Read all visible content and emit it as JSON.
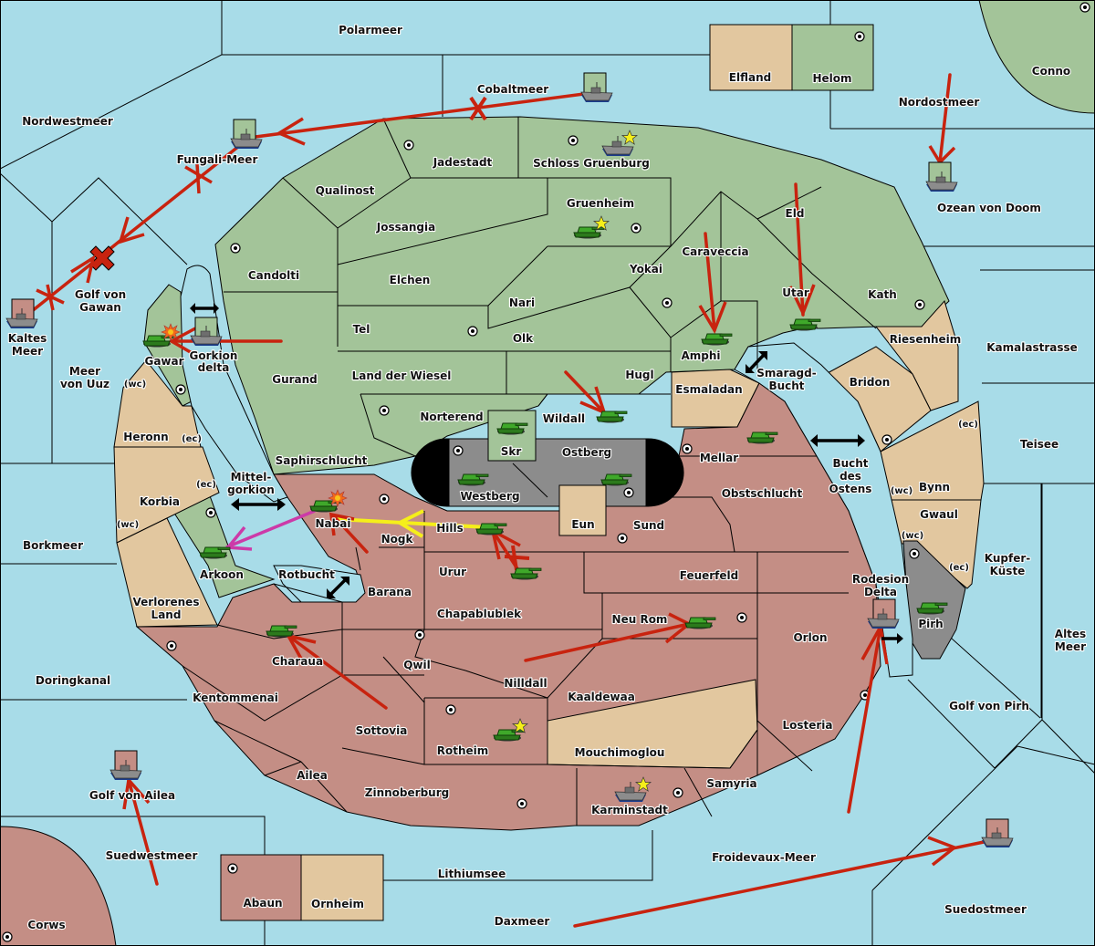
{
  "map": {
    "colors": {
      "sea": "#a8dce8",
      "power_green": "#a3c499",
      "power_red": "#c48e85",
      "neutral_tan": "#e2c79f",
      "impassable_grey": "#8c8c8c",
      "order_move": "#c8230f",
      "order_support_yellow": "#f5ef1a",
      "order_convoy_magenta": "#cc3aa8",
      "supply_center_star": "#f5ef1a"
    },
    "sea_regions": [
      {
        "name": "Polarmeer"
      },
      {
        "name": "Cobaltmeer"
      },
      {
        "name": "Nordwestmeer"
      },
      {
        "name": "Fungali-Meer"
      },
      {
        "name": "Golf von Gawan"
      },
      {
        "name": "Kaltes Meer"
      },
      {
        "name": "Meer von Uuz"
      },
      {
        "name": "Gorkion delta"
      },
      {
        "name": "Mittel-gorkion"
      },
      {
        "name": "Borkmeer"
      },
      {
        "name": "Rotbucht"
      },
      {
        "name": "Doringkanal"
      },
      {
        "name": "Golf von Ailea"
      },
      {
        "name": "Suedwestmeer"
      },
      {
        "name": "Lithiumsee"
      },
      {
        "name": "Daxmeer"
      },
      {
        "name": "Froidevaux-Meer"
      },
      {
        "name": "Suedostmeer"
      },
      {
        "name": "Golf von Pirh"
      },
      {
        "name": "Altes Meer"
      },
      {
        "name": "Kupfer-Küste"
      },
      {
        "name": "Teisee"
      },
      {
        "name": "Kamalastrasse"
      },
      {
        "name": "Ozean von Doom"
      },
      {
        "name": "Nordostmeer"
      },
      {
        "name": "Smaragd-Bucht"
      },
      {
        "name": "Bucht des Ostens"
      },
      {
        "name": "Rodesion Delta"
      }
    ],
    "labels": [
      {
        "id": "polarmeer",
        "text": "Polarmeer"
      },
      {
        "id": "cobaltmeer",
        "text": "Cobaltmeer"
      },
      {
        "id": "nordwestmeer",
        "text": "Nordwestmeer"
      },
      {
        "id": "fungali",
        "text": "Fungali-Meer"
      },
      {
        "id": "golfgawan1",
        "text": "Golf von"
      },
      {
        "id": "golfgawan2",
        "text": "Gawan"
      },
      {
        "id": "kaltes1",
        "text": "Kaltes"
      },
      {
        "id": "kaltes2",
        "text": "Meer"
      },
      {
        "id": "uuz1",
        "text": "Meer"
      },
      {
        "id": "uuz2",
        "text": "von Uuz"
      },
      {
        "id": "gawar",
        "text": "Gawar"
      },
      {
        "id": "gorkion1",
        "text": "Gorkion"
      },
      {
        "id": "gorkion2",
        "text": "delta"
      },
      {
        "id": "candolti",
        "text": "Candolti"
      },
      {
        "id": "qualinost",
        "text": "Qualinost"
      },
      {
        "id": "jadestadt",
        "text": "Jadestadt"
      },
      {
        "id": "schloss",
        "text": "Schloss Gruenburg"
      },
      {
        "id": "gruenheim",
        "text": "Gruenheim"
      },
      {
        "id": "jossangia",
        "text": "Jossangia"
      },
      {
        "id": "elchen",
        "text": "Elchen"
      },
      {
        "id": "nari",
        "text": "Nari"
      },
      {
        "id": "yokai",
        "text": "Yokai"
      },
      {
        "id": "caraveccia",
        "text": "Caraveccia"
      },
      {
        "id": "eld",
        "text": "Eld"
      },
      {
        "id": "utar",
        "text": "Utar"
      },
      {
        "id": "kath",
        "text": "Kath"
      },
      {
        "id": "elfland",
        "text": "Elfland"
      },
      {
        "id": "helom",
        "text": "Helom"
      },
      {
        "id": "conno",
        "text": "Conno"
      },
      {
        "id": "nordostmeer",
        "text": "Nordostmeer"
      },
      {
        "id": "ozean",
        "text": "Ozean von Doom"
      },
      {
        "id": "tel",
        "text": "Tel"
      },
      {
        "id": "olk",
        "text": "Olk"
      },
      {
        "id": "gurand",
        "text": "Gurand"
      },
      {
        "id": "landwiesel",
        "text": "Land der Wiesel"
      },
      {
        "id": "hugl",
        "text": "Hugl"
      },
      {
        "id": "amphi",
        "text": "Amphi"
      },
      {
        "id": "smaragd1",
        "text": "Smaragd-"
      },
      {
        "id": "smaragd2",
        "text": "Bucht"
      },
      {
        "id": "riesenheim",
        "text": "Riesenheim"
      },
      {
        "id": "kamalastrasse",
        "text": "Kamalastrasse"
      },
      {
        "id": "bridon",
        "text": "Bridon"
      },
      {
        "id": "esmaladan",
        "text": "Esmaladan"
      },
      {
        "id": "heronn",
        "text": "Heronn"
      },
      {
        "id": "heronn_ec",
        "text": "(ec)"
      },
      {
        "id": "gawar_wc",
        "text": "(wc)"
      },
      {
        "id": "norterend",
        "text": "Norterend"
      },
      {
        "id": "wildall",
        "text": "Wildall"
      },
      {
        "id": "saphirschlucht",
        "text": "Saphirschlucht"
      },
      {
        "id": "skr",
        "text": "Skr"
      },
      {
        "id": "ostberg",
        "text": "Ostberg"
      },
      {
        "id": "westberg",
        "text": "Westberg"
      },
      {
        "id": "mellar",
        "text": "Mellar"
      },
      {
        "id": "bucht1",
        "text": "Bucht"
      },
      {
        "id": "bucht2",
        "text": "des"
      },
      {
        "id": "bucht3",
        "text": "Ostens"
      },
      {
        "id": "teisee",
        "text": "Teisee"
      },
      {
        "id": "bynn",
        "text": "Bynn"
      },
      {
        "id": "bynn_ec",
        "text": "(ec)"
      },
      {
        "id": "bynn_wc",
        "text": "(wc)"
      },
      {
        "id": "mittel1",
        "text": "Mittel-"
      },
      {
        "id": "mittel2",
        "text": "gorkion"
      },
      {
        "id": "korbia",
        "text": "Korbia"
      },
      {
        "id": "korbia_ec",
        "text": "(ec)"
      },
      {
        "id": "korbia_wc",
        "text": "(wc)"
      },
      {
        "id": "nabai",
        "text": "Nabai"
      },
      {
        "id": "obstschlucht",
        "text": "Obstschlucht"
      },
      {
        "id": "eun",
        "text": "Eun"
      },
      {
        "id": "sund",
        "text": "Sund"
      },
      {
        "id": "hills",
        "text": "Hills"
      },
      {
        "id": "nogk",
        "text": "Nogk"
      },
      {
        "id": "gwaul",
        "text": "Gwaul"
      },
      {
        "id": "gwaul_wc",
        "text": "(wc)"
      },
      {
        "id": "borkmeer",
        "text": "Borkmeer"
      },
      {
        "id": "arkoon",
        "text": "Arkoon"
      },
      {
        "id": "rotbucht",
        "text": "Rotbucht"
      },
      {
        "id": "urur",
        "text": "Urur"
      },
      {
        "id": "feuerfeld",
        "text": "Feuerfeld"
      },
      {
        "id": "kupfer1",
        "text": "Kupfer-"
      },
      {
        "id": "kupfer2",
        "text": "Küste"
      },
      {
        "id": "pirh_ec",
        "text": "(ec)"
      },
      {
        "id": "rodesion1",
        "text": "Rodesion"
      },
      {
        "id": "rodesion2",
        "text": "Delta"
      },
      {
        "id": "verlorenes1",
        "text": "Verlorenes"
      },
      {
        "id": "verlorenes2",
        "text": "Land"
      },
      {
        "id": "barana",
        "text": "Barana"
      },
      {
        "id": "chapablublek",
        "text": "Chapablublek"
      },
      {
        "id": "neurom",
        "text": "Neu Rom"
      },
      {
        "id": "pirh",
        "text": "Pirh"
      },
      {
        "id": "orlon",
        "text": "Orlon"
      },
      {
        "id": "altes1",
        "text": "Altes"
      },
      {
        "id": "altes2",
        "text": "Meer"
      },
      {
        "id": "charaua",
        "text": "Charaua"
      },
      {
        "id": "qwil",
        "text": "Qwil"
      },
      {
        "id": "nilldall",
        "text": "Nilldall"
      },
      {
        "id": "doringkanal",
        "text": "Doringkanal"
      },
      {
        "id": "kentommenai",
        "text": "Kentommenai"
      },
      {
        "id": "kaaldewaa",
        "text": "Kaaldewaa"
      },
      {
        "id": "golfpirh",
        "text": "Golf von Pirh"
      },
      {
        "id": "sottovia",
        "text": "Sottovia"
      },
      {
        "id": "losteria",
        "text": "Losteria"
      },
      {
        "id": "rotheim",
        "text": "Rotheim"
      },
      {
        "id": "mouchimoglou",
        "text": "Mouchimoglou"
      },
      {
        "id": "ailea",
        "text": "Ailea"
      },
      {
        "id": "samyria",
        "text": "Samyria"
      },
      {
        "id": "golfailea",
        "text": "Golf von Ailea"
      },
      {
        "id": "zinnoberburg",
        "text": "Zinnoberburg"
      },
      {
        "id": "karminstadt",
        "text": "Karminstadt"
      },
      {
        "id": "suedwestmeer",
        "text": "Suedwestmeer"
      },
      {
        "id": "froidevaux",
        "text": "Froidevaux-Meer"
      },
      {
        "id": "lithiumsee",
        "text": "Lithiumsee"
      },
      {
        "id": "abaun",
        "text": "Abaun"
      },
      {
        "id": "ornheim",
        "text": "Ornheim"
      },
      {
        "id": "suedostmeer",
        "text": "Suedostmeer"
      },
      {
        "id": "daxmeer",
        "text": "Daxmeer"
      },
      {
        "id": "corws",
        "text": "Corws"
      }
    ],
    "units": [
      {
        "type": "fleet",
        "province": "Cobaltmeer",
        "owner": "green"
      },
      {
        "type": "fleet",
        "province": "Fungali-Meer",
        "owner": "green"
      },
      {
        "type": "fleet",
        "province": "Kaltes Meer",
        "owner": "red"
      },
      {
        "type": "fleet",
        "province": "Schloss Gruenburg",
        "owner": "green",
        "star": true
      },
      {
        "type": "army",
        "province": "Gruenheim",
        "owner": "green",
        "star": true
      },
      {
        "type": "fleet",
        "province": "Ozean von Doom",
        "owner": "green"
      },
      {
        "type": "army",
        "province": "Gawar",
        "owner": "green",
        "dislodged": true
      },
      {
        "type": "fleet",
        "province": "Gorkion delta",
        "owner": "green"
      },
      {
        "type": "army",
        "province": "Amphi",
        "owner": "green"
      },
      {
        "type": "army",
        "province": "Utar",
        "owner": "green"
      },
      {
        "type": "army",
        "province": "Wildall",
        "owner": "green"
      },
      {
        "type": "army",
        "province": "Skr",
        "owner": "green"
      },
      {
        "type": "army",
        "province": "Westberg",
        "owner": "green"
      },
      {
        "type": "army",
        "province": "Ostberg",
        "owner": "green"
      },
      {
        "type": "army",
        "province": "Mellar",
        "owner": "green"
      },
      {
        "type": "army",
        "province": "Nabai",
        "owner": "green",
        "dislodged": true
      },
      {
        "type": "army",
        "province": "Hills",
        "owner": "green"
      },
      {
        "type": "army",
        "province": "Urur",
        "owner": "green"
      },
      {
        "type": "army",
        "province": "Arkoon",
        "owner": "green"
      },
      {
        "type": "army",
        "province": "Neu Rom",
        "owner": "green"
      },
      {
        "type": "army",
        "province": "Pirh",
        "owner": "green"
      },
      {
        "type": "fleet",
        "province": "Rodesion Delta",
        "owner": "red"
      },
      {
        "type": "army",
        "province": "Charaua",
        "owner": "green"
      },
      {
        "type": "army",
        "province": "Rotheim",
        "owner": "green",
        "star": true
      },
      {
        "type": "fleet",
        "province": "Karminstadt",
        "owner": "red",
        "star": true
      },
      {
        "type": "fleet",
        "province": "Golf von Ailea",
        "owner": "red"
      },
      {
        "type": "fleet",
        "province": "Suedostmeer",
        "owner": "red"
      }
    ]
  }
}
